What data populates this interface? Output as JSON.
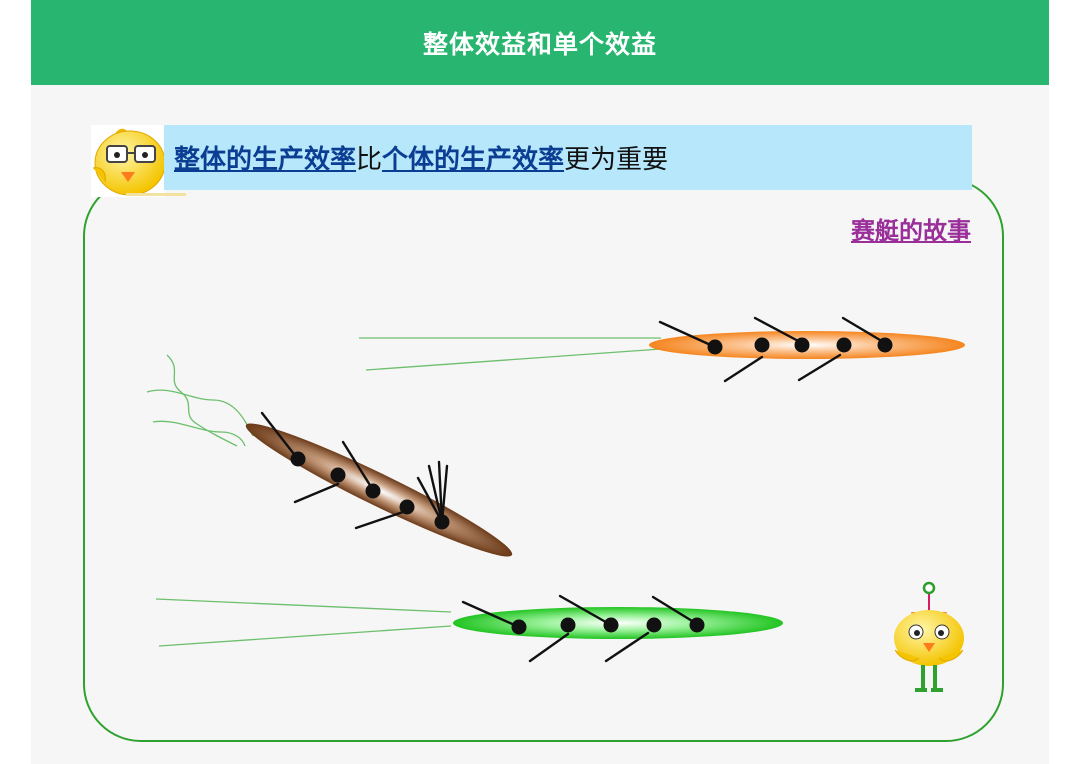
{
  "header": {
    "title": "整体效益和单个效益"
  },
  "banner": {
    "part1": "整体的生产效率",
    "part2": "比",
    "part3": "个体的生产效率",
    "part4": "更为重要"
  },
  "story_link": "赛艇的故事",
  "icons": {
    "top_left": "cartoon-chick-with-glasses-icon",
    "bottom_right": "cartoon-robot-chick-icon"
  },
  "boats": [
    {
      "name": "orange-boat",
      "color": "#f7913a",
      "rowers": 5
    },
    {
      "name": "brown-boat",
      "color": "#7b4a28",
      "rowers": 5
    },
    {
      "name": "green-boat",
      "color": "#3ddc3d",
      "rowers": 5
    }
  ],
  "colors": {
    "header": "#27b56f",
    "banner": "#b7e7fb",
    "frame": "#2ea12e",
    "link": "#0b3e93",
    "story": "#9a2f9a"
  }
}
